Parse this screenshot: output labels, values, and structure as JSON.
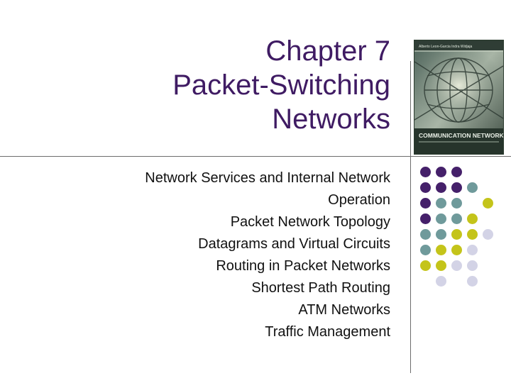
{
  "slide": {
    "title_lines": [
      "Chapter 7",
      "Packet-Switching",
      "Networks"
    ],
    "topics": [
      "Network Services and Internal Network",
      "Operation",
      "Packet Network Topology",
      "Datagrams and Virtual Circuits",
      "Routing in Packet Networks",
      "Shortest Path Routing",
      "ATM Networks",
      "Traffic Management"
    ]
  },
  "book_cover": {
    "title": "COMMUNICATION NETWORKS",
    "authors": "Alberto Leon-Garcia   Indra Widjaja"
  },
  "decoration": {
    "colors": {
      "purple": "#45206a",
      "teal": "#6f9a9b",
      "olive": "#c4c41a",
      "lavender": "#d3d3e6"
    },
    "dot_rows": [
      [
        "purple",
        "purple",
        "purple",
        "none",
        "none"
      ],
      [
        "purple",
        "purple",
        "purple",
        "teal",
        "none"
      ],
      [
        "purple",
        "teal",
        "teal",
        "none",
        "olive"
      ],
      [
        "purple",
        "teal",
        "teal",
        "olive",
        "none"
      ],
      [
        "teal",
        "teal",
        "olive",
        "olive",
        "lavender"
      ],
      [
        "teal",
        "olive",
        "olive",
        "lavender",
        "none"
      ],
      [
        "olive",
        "olive",
        "lavender",
        "lavender",
        "none"
      ],
      [
        "none",
        "lavender",
        "none",
        "lavender",
        "none"
      ]
    ]
  }
}
